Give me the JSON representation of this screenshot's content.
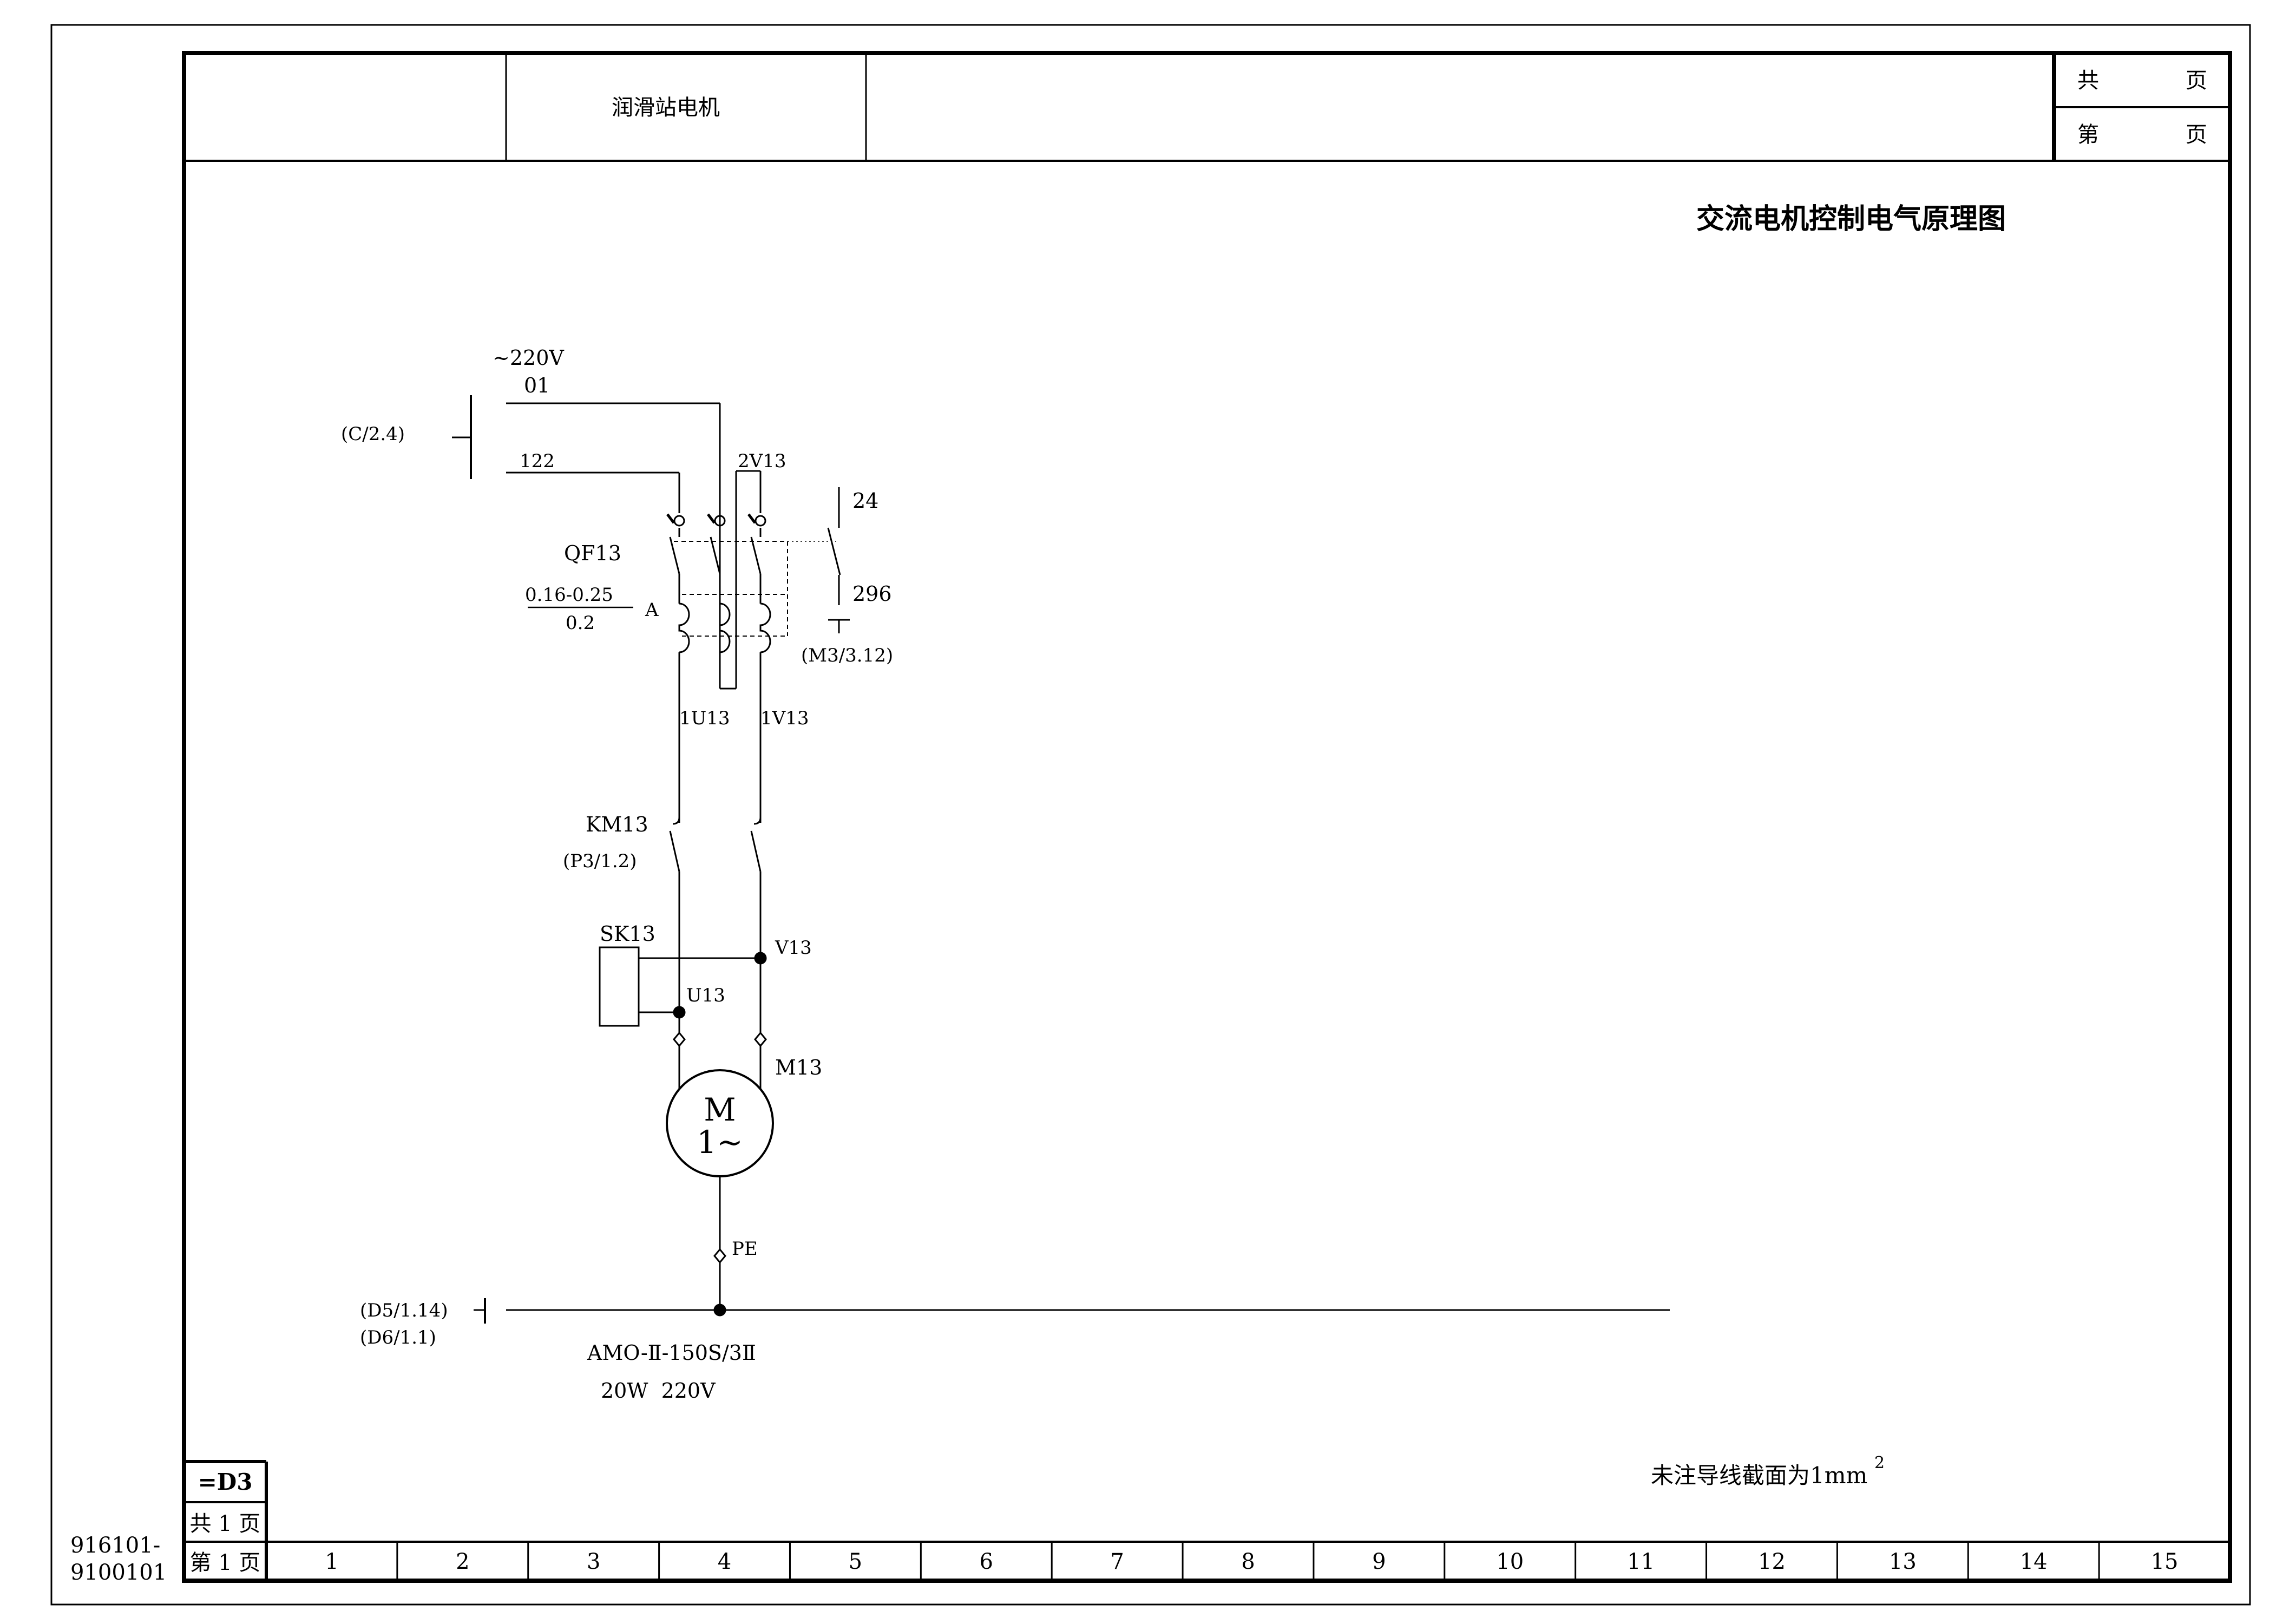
{
  "title_block": {
    "equipment": "润滑站电机",
    "total_pages_label_a": "共",
    "total_pages_label_b": "页",
    "page_no_label_a": "第",
    "page_no_label_b": "页"
  },
  "drawing_title": "交流电机控制电气原理图",
  "supply": {
    "voltage": "~220V",
    "wire_01": "01",
    "wire_122": "122",
    "source_ref": "(C/2.4)"
  },
  "breaker": {
    "id": "QF13",
    "range": "0.16-0.25",
    "setting": "0.2",
    "unit": "A",
    "wire_2v13": "2V13",
    "aux_wire_24": "24",
    "aux_wire_296": "296",
    "aux_ref": "(M3/3.12)"
  },
  "wires": {
    "w_1u13": "1U13",
    "w_1v13": "1V13",
    "w_u13": "U13",
    "w_v13": "V13",
    "w_m13": "M13",
    "w_pe": "PE"
  },
  "contactor": {
    "id": "KM13",
    "ref": "(P3/1.2)"
  },
  "heater_switch": {
    "id": "SK13"
  },
  "motor": {
    "line1": "M",
    "line2": "1~"
  },
  "pe_bus": {
    "ref1": "(D5/1.14)",
    "ref2": "(D6/1.1)"
  },
  "motor_spec": {
    "model": "AMO-Ⅱ-150S/3Ⅱ",
    "rating": "20W  220V"
  },
  "note": {
    "text": "未注导线截面为1mm",
    "sup": "2"
  },
  "corner": {
    "designation": "=D3",
    "total": "共 1 页",
    "page": "第 1 页",
    "drawing_no_1": "916101-",
    "drawing_no_2": "9100101"
  },
  "columns": [
    "1",
    "2",
    "3",
    "4",
    "5",
    "6",
    "7",
    "8",
    "9",
    "10",
    "11",
    "12",
    "13",
    "14",
    "15"
  ]
}
